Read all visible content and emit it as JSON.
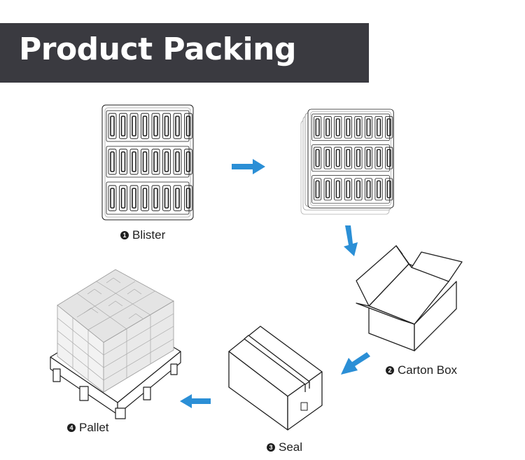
{
  "header": {
    "title": "Product Packing"
  },
  "steps": [
    {
      "number": "1",
      "label": "Blister",
      "icon": "blister-tray-icon"
    },
    {
      "number": "2",
      "label": "Carton Box",
      "icon": "open-carton-box-icon"
    },
    {
      "number": "3",
      "label": "Seal",
      "icon": "sealed-box-icon"
    },
    {
      "number": "4",
      "label": "Pallet",
      "icon": "pallet-stack-icon"
    }
  ],
  "colors": {
    "banner": "#3a3a40",
    "arrow": "#2b8fd6",
    "line": "#1f1f1f"
  }
}
